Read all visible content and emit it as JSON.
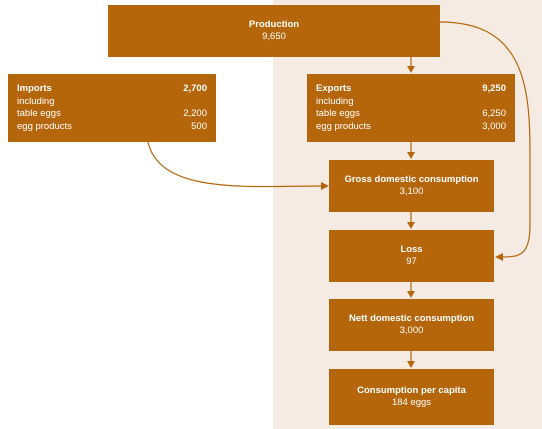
{
  "production": {
    "label": "Production",
    "value": "9,650"
  },
  "imports": {
    "label": "Imports",
    "value": "2,700",
    "including": "including",
    "rows": [
      {
        "label": "table eggs",
        "value": "2,200"
      },
      {
        "label": "egg products",
        "value": "500"
      }
    ]
  },
  "exports": {
    "label": "Exports",
    "value": "9,250",
    "including": "including",
    "rows": [
      {
        "label": "table eggs",
        "value": "6,250"
      },
      {
        "label": "egg products",
        "value": "3,000"
      }
    ]
  },
  "gross": {
    "label": "Gross domestic consumption",
    "value": "3,100"
  },
  "loss": {
    "label": "Loss",
    "value": "97"
  },
  "nett": {
    "label": "Nett domestic consumption",
    "value": "3,000"
  },
  "per_capita": {
    "label": "Consumption per capita",
    "value": "184 eggs"
  },
  "colors": {
    "box": "#b5660b",
    "panel": "#f6ebe2"
  }
}
